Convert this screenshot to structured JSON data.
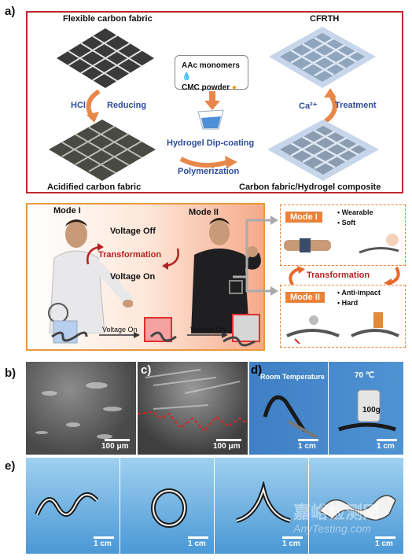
{
  "panel_a": {
    "letter": "a)",
    "flexible_carbon_fabric": "Flexible carbon fabric",
    "cfrth": "CFRTH",
    "hcl": "HCl",
    "reducing": "Reducing",
    "aac_monomers": "AAc monomers",
    "cmc_powder": "CMC powder",
    "hydrogel_dip_coating": "Hydrogel Dip-coating",
    "polymerization": "Polymerization",
    "ca2": "Ca²⁺",
    "treatment": "Treatment",
    "acidified_carbon_fabric": "Acidified carbon fabric",
    "composite": "Carbon fabric/Hydrogel composite"
  },
  "panel_mode": {
    "mode1": "Mode I",
    "mode2": "Mode II",
    "voltage_off": "Voltage Off",
    "transformation": "Transformation",
    "voltage_on": "Voltage On",
    "voltage_on_arrow1": "Voltage On",
    "voltage_on_arrow2": "Voltage On",
    "right_mode1": "Mode I",
    "wearable": "• Wearable",
    "soft": "• Soft",
    "right_transformation": "Transformation",
    "right_mode2": "Mode II",
    "anti_impact": "• Anti-impact",
    "hard": "• Hard"
  },
  "panel_b": {
    "letter": "b)",
    "scale": "100 μm"
  },
  "panel_c": {
    "letter": "c)",
    "scale": "100 μm"
  },
  "panel_d": {
    "letter": "d)",
    "room_temp": "Room Temperature",
    "temp70": "70 ℃",
    "weight": "100g",
    "scale1": "1 cm",
    "scale2": "1 cm"
  },
  "panel_e": {
    "letter": "e)",
    "s1": "1 cm",
    "s2": "1 cm",
    "s3": "1 cm",
    "s4": "1 cm"
  },
  "watermark": {
    "cn": "嘉峪检测网",
    "en": "AnyTesting.com"
  }
}
